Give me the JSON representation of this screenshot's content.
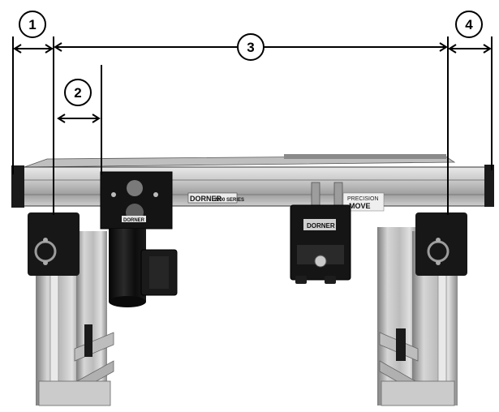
{
  "callouts": [
    {
      "label": "1"
    },
    {
      "label": "2"
    },
    {
      "label": "3"
    },
    {
      "label": "4"
    }
  ],
  "labels": {
    "brand": "DORNER",
    "series": "2200 SERIES",
    "precision": "PRECISION",
    "move": "MOVE",
    "control_brand": "DORNER"
  },
  "colors": {
    "frame_light": "#d9d9d9",
    "frame_mid": "#a8a8a8",
    "frame_dark": "#555555",
    "motor_black": "#141414",
    "leg_light": "#cfcfcf",
    "leg_dark": "#8a8a8a",
    "line": "#000000"
  }
}
